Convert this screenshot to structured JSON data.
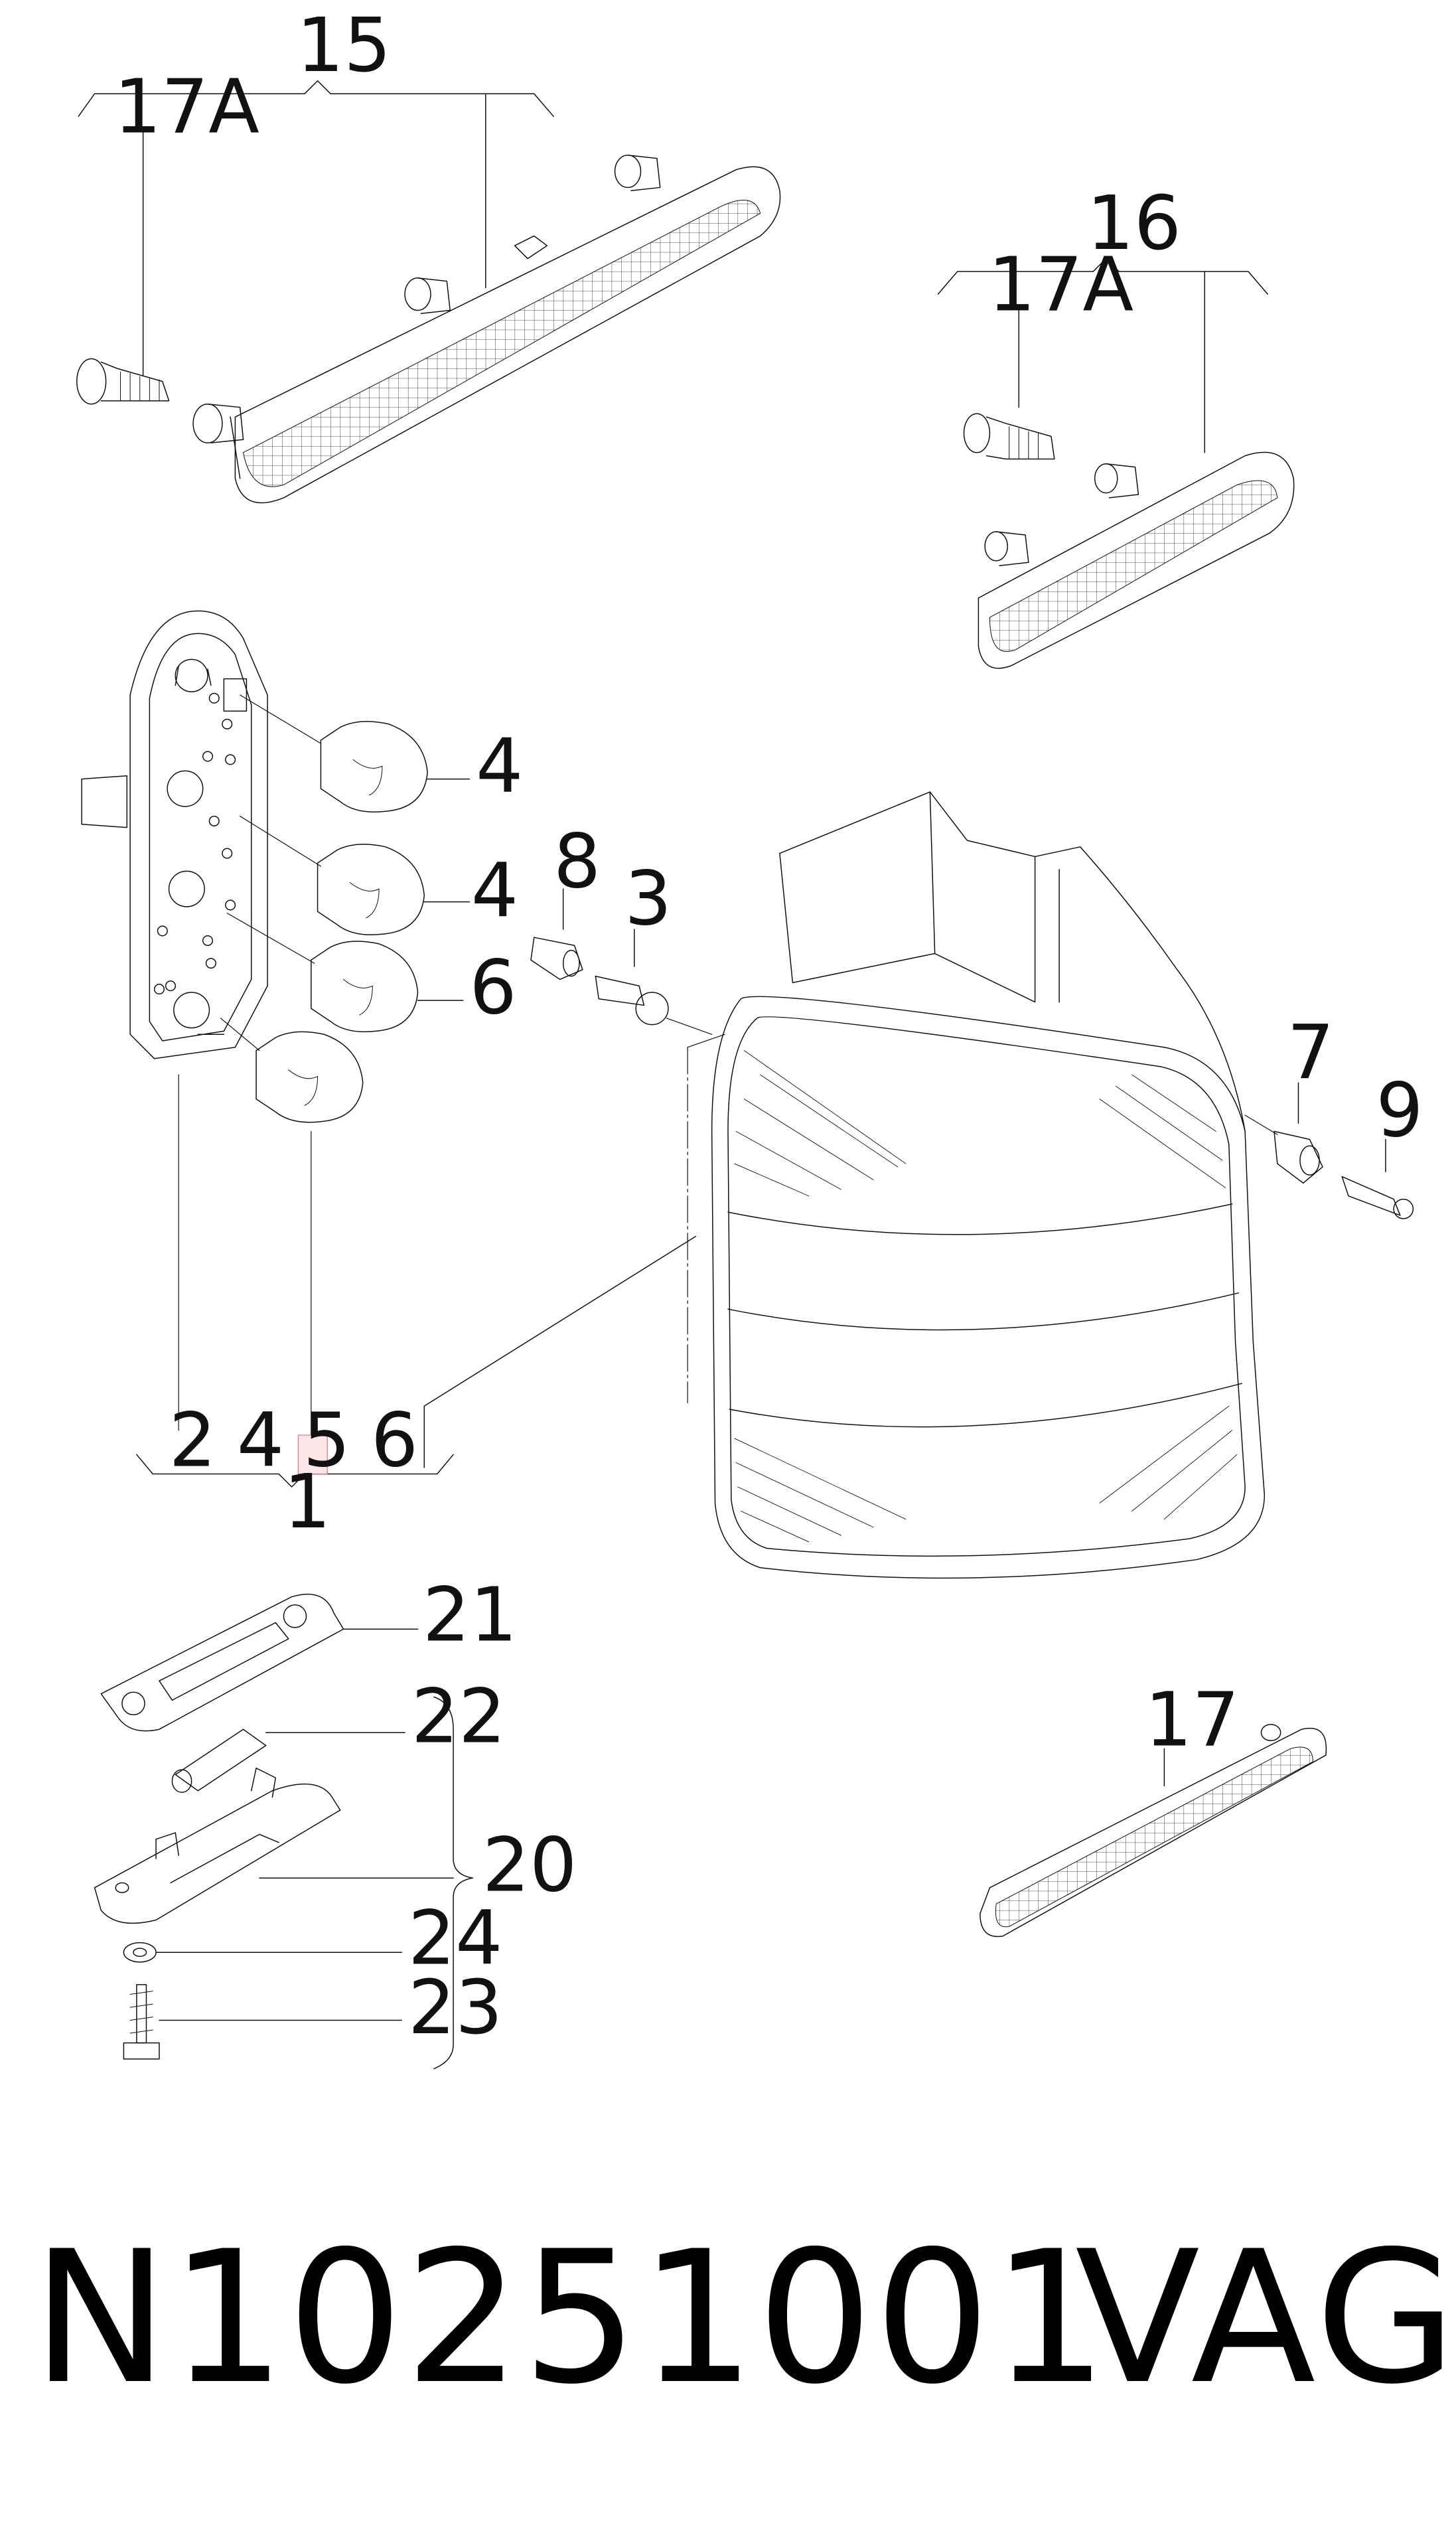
{
  "labels": {
    "l1": "1",
    "l2": "2",
    "l3": "3",
    "l4a": "4",
    "l4b": "4",
    "l4c": "4",
    "l5": "5",
    "l6a": "6",
    "l6b": "6",
    "l7": "7",
    "l8": "8",
    "l9": "9",
    "l15": "15",
    "l16": "16",
    "l17": "17",
    "l17a1": "17A",
    "l17a2": "17A",
    "l20": "20",
    "l21": "21",
    "l22": "22",
    "l23": "23",
    "l24": "24"
  },
  "highlight_color": "#e0707a",
  "part_number": "N10251001",
  "brand": "VAG"
}
